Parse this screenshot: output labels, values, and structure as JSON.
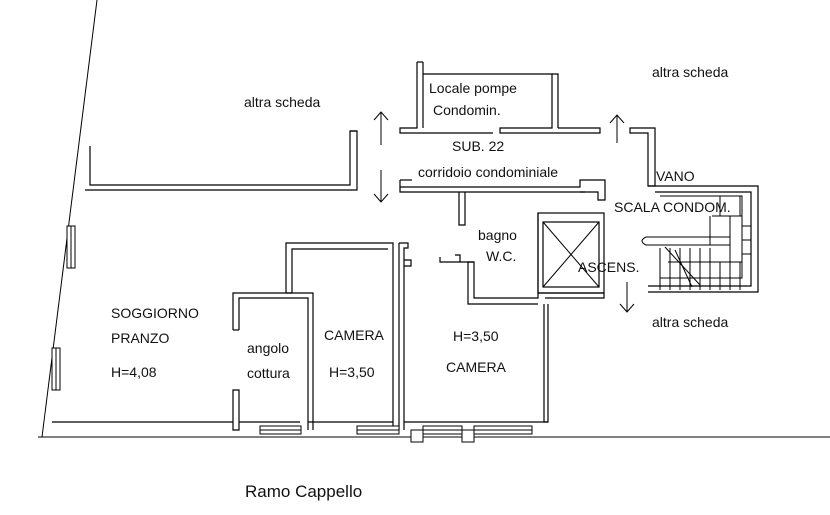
{
  "labels": {
    "altra_scheda_top_left": "altra scheda",
    "altra_scheda_top_right": "altra scheda",
    "altra_scheda_right": "altra scheda",
    "locale_pompe_1": "Locale pompe",
    "locale_pompe_2": "Condomin.",
    "sub": "SUB. 22",
    "corridoio": "corridoio condominiale",
    "vano": "VANO",
    "scala": "SCALA CONDOM.",
    "bagno": "bagno",
    "wc": "W.C.",
    "ascens": "ASCENS.",
    "soggiorno": "SOGGIORNO",
    "pranzo": "PRANZO",
    "h_soggiorno": "H=4,08",
    "angolo": "angolo",
    "cottura": "cottura",
    "camera_1": "CAMERA",
    "h_camera_1": "H=3,50",
    "h_camera_2": "H=3,50",
    "camera_2": "CAMERA",
    "street": "Ramo Cappello"
  },
  "colors": {
    "line": "#000000",
    "background": "#ffffff"
  }
}
